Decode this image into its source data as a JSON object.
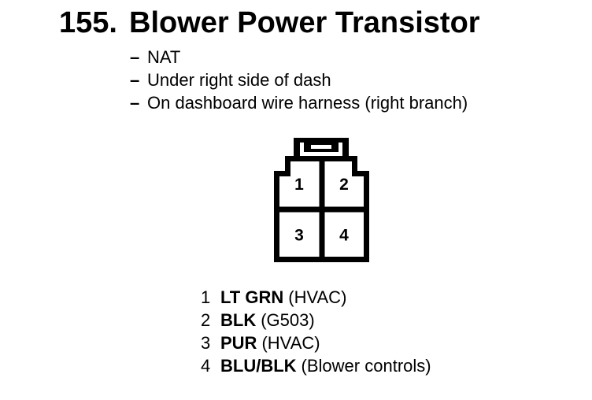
{
  "page": {
    "background_color": "#ffffff",
    "ink_color": "#000000"
  },
  "header": {
    "number": "155.",
    "title": "Blower Power Transistor"
  },
  "note_bullet": "–",
  "notes": [
    {
      "text": "NAT"
    },
    {
      "text": "Under right side of dash"
    },
    {
      "text": "On dashboard wire harness (right branch)"
    }
  ],
  "connector": {
    "description": "4-pin connector front view with locking tab on top",
    "pins": [
      "1",
      "2",
      "3",
      "4"
    ]
  },
  "pin_legend": [
    {
      "number": "1",
      "wire_color": "LT GRN",
      "destination": "(HVAC)"
    },
    {
      "number": "2",
      "wire_color": "BLK",
      "destination": "(G503)"
    },
    {
      "number": "3",
      "wire_color": "PUR",
      "destination": "(HVAC)"
    },
    {
      "number": "4",
      "wire_color": "BLU/BLK",
      "destination": "(Blower controls)"
    }
  ]
}
